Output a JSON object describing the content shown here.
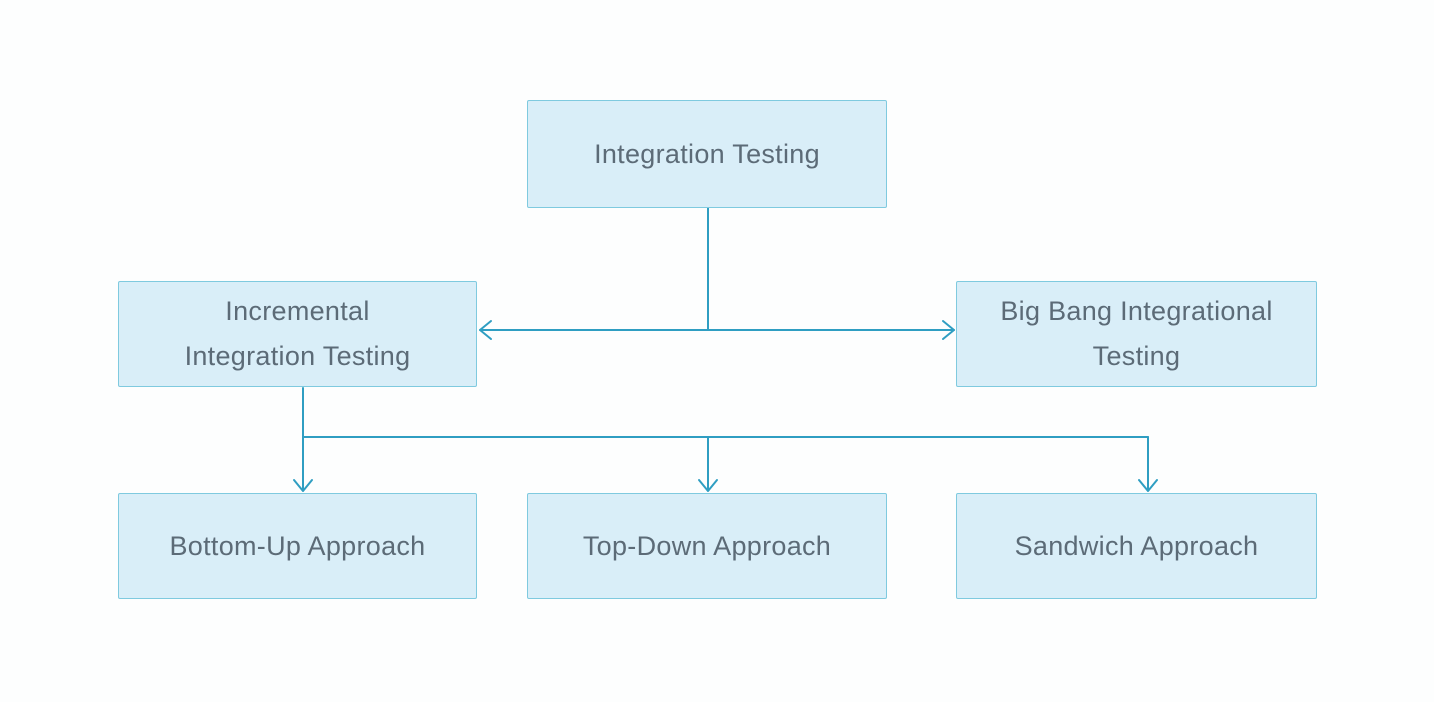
{
  "diagram": {
    "title": "Integration Testing types flowchart",
    "nodes": {
      "root": {
        "label": "Integration Testing"
      },
      "incremental": {
        "label": "Incremental\nIntegration Testing"
      },
      "big_bang": {
        "label": "Big Bang Integrational\nTesting"
      },
      "bottom_up": {
        "label": "Bottom-Up Approach"
      },
      "top_down": {
        "label": "Top-Down Approach"
      },
      "sandwich": {
        "label": "Sandwich Approach"
      }
    },
    "edges": [
      {
        "from": "Integration Testing",
        "to": "Incremental Integration Testing",
        "arrow": "into-right-side"
      },
      {
        "from": "Integration Testing",
        "to": "Big Bang Integrational Testing",
        "arrow": "into-left-side"
      },
      {
        "from": "Incremental Integration Testing",
        "to": "Bottom-Up Approach",
        "arrow": "into-top"
      },
      {
        "from": "Incremental Integration Testing",
        "to": "Top-Down Approach",
        "arrow": "into-top"
      },
      {
        "from": "Incremental Integration Testing",
        "to": "Sandwich Approach",
        "arrow": "into-top"
      }
    ]
  },
  "theme": {
    "background": "#fdfefe",
    "node-fill": "#d9eef8",
    "node-border": "#7fcadf",
    "node-text": "#5c6b77",
    "line-color": "#2f9ec2"
  }
}
